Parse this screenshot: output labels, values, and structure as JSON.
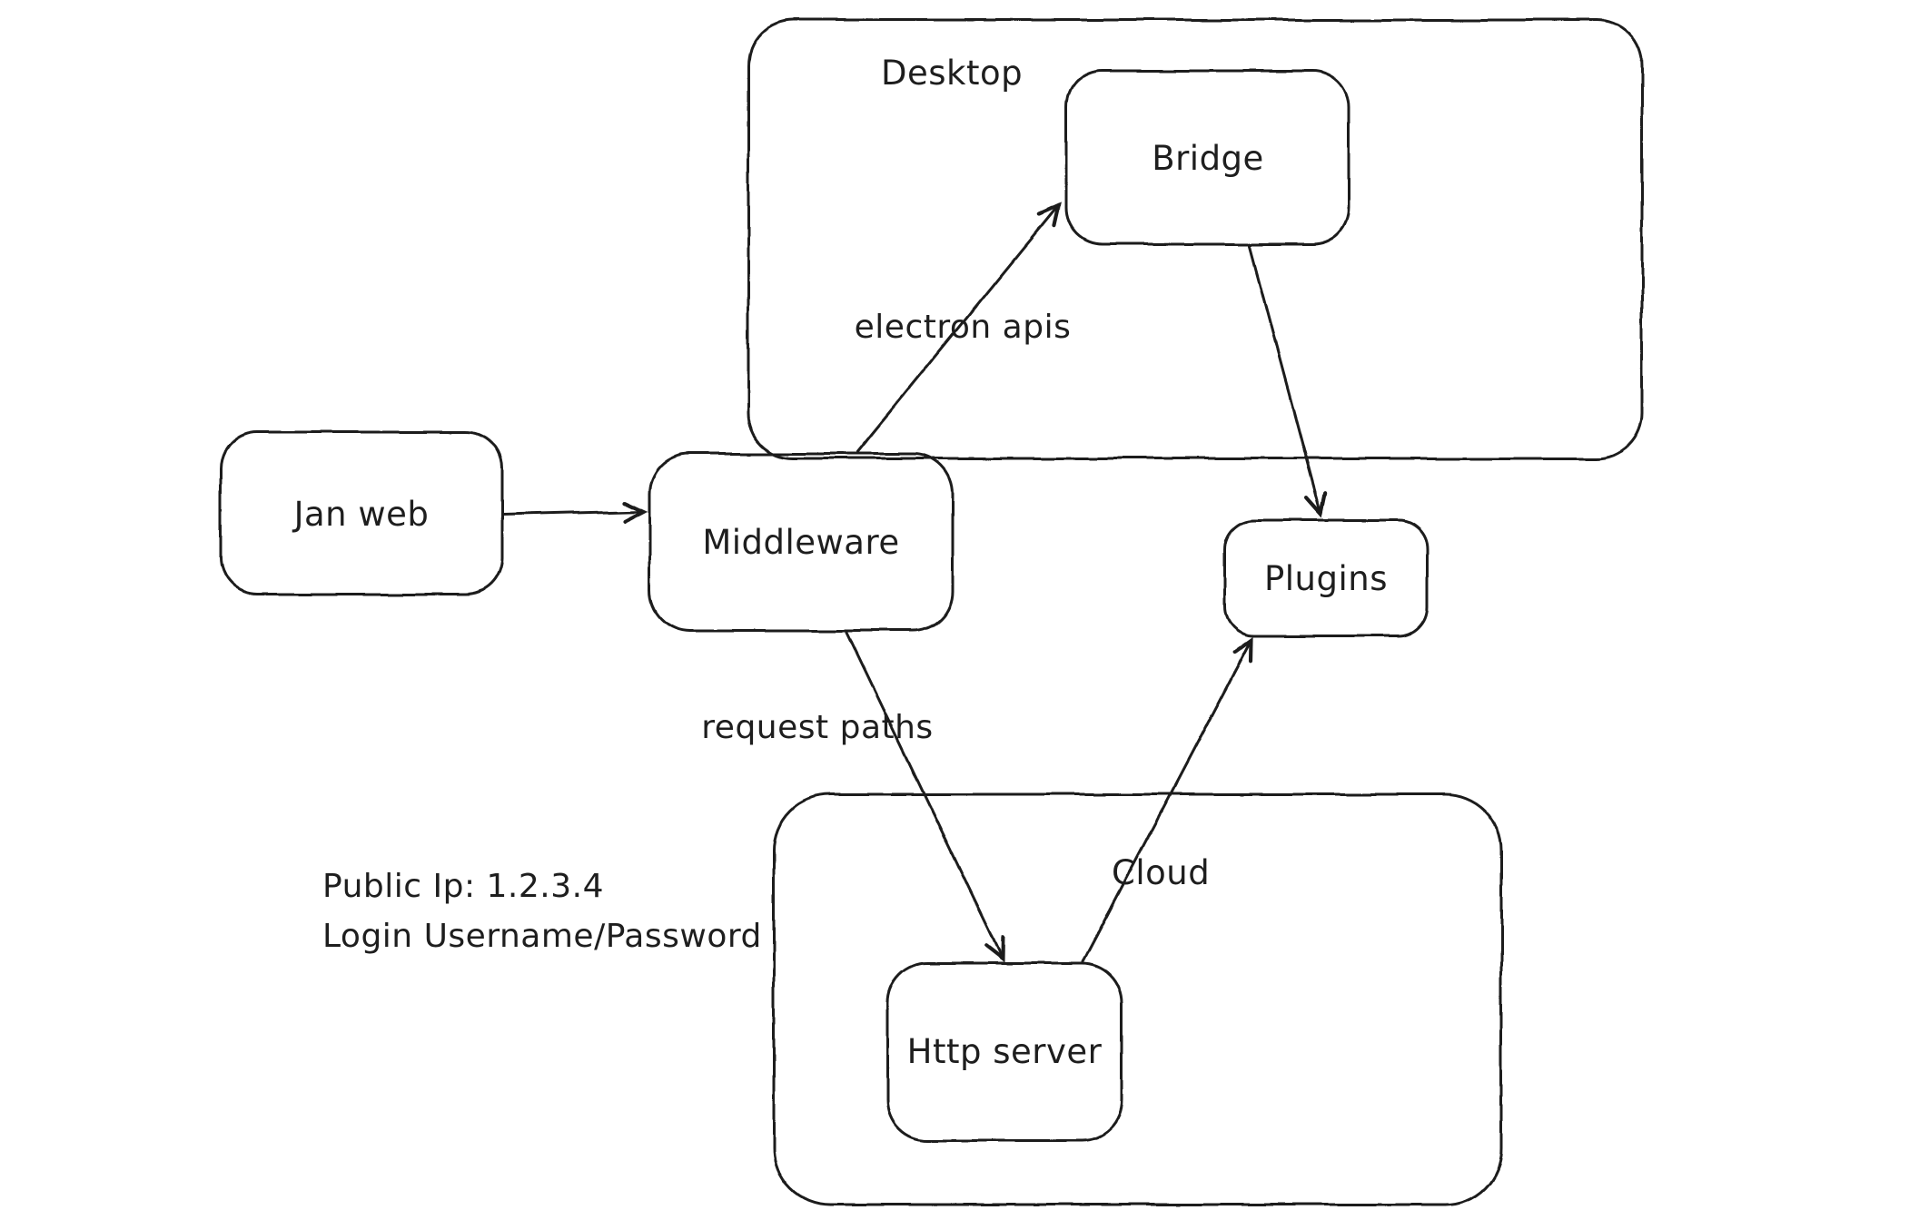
{
  "app": {
    "background_color": "#ffffff",
    "stroke_color": "#1e1e1e"
  },
  "diagram": {
    "desktop_container": {
      "label": "Desktop"
    },
    "cloud_container": {
      "label": "Cloud"
    },
    "nodes": {
      "jan_web": {
        "label": "Jan web"
      },
      "middleware": {
        "label": "Middleware"
      },
      "bridge": {
        "label": "Bridge"
      },
      "plugins": {
        "label": "Plugins"
      },
      "http_server": {
        "label": "Http server"
      }
    },
    "edge_labels": {
      "electron_apis": "electron apis",
      "request_paths": "request paths"
    },
    "notes": {
      "public_ip": "Public Ip: 1.2.3.4",
      "login": "Login Username/Password"
    }
  }
}
